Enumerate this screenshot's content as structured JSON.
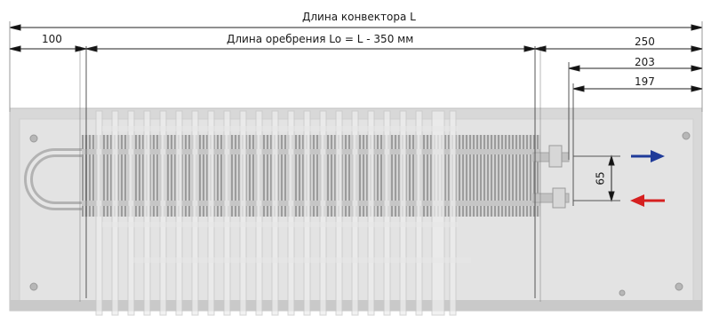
{
  "dimensions": {
    "length_label": "Длина конвектора L",
    "fin_length_label": "Длина оребрения Lo = L - 350 мм",
    "left_offset": "100",
    "right_offset_250": "250",
    "right_offset_203": "203",
    "right_offset_197": "197",
    "pipe_spacing": "65"
  },
  "colors": {
    "supply_arrow": "#1f3b99",
    "return_arrow": "#d62020",
    "dimension_line": "#222222",
    "frame": "#cfcfcf",
    "body": "#d9d9d9",
    "fins": "#a9a9a9"
  },
  "icons": {
    "supply_arrow": "arrow-right-icon",
    "return_arrow": "arrow-left-icon"
  }
}
